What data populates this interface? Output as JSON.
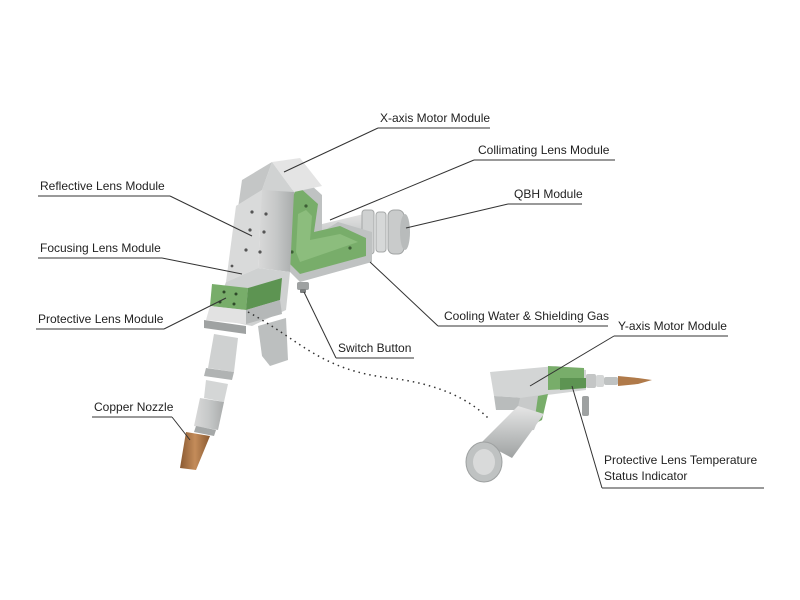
{
  "colors": {
    "metal_light": "#dcdcdc",
    "metal_mid": "#bfc2c2",
    "metal_dark": "#9a9d9d",
    "green": "#78ad6a",
    "green_dark": "#5d9452",
    "copper": "#b07a4a",
    "text": "#222222",
    "line": "#333333"
  },
  "labels": {
    "x_axis_motor": "X-axis Motor Module",
    "collimating": "Collimating Lens Module",
    "reflective": "Reflective Lens Module",
    "qbh": "QBH Module",
    "focusing": "Focusing Lens Module",
    "protective": "Protective Lens Module",
    "cooling": "Cooling Water & Shielding Gas",
    "switch": "Switch Button",
    "y_axis_motor": "Y-axis Motor Module",
    "copper_nozzle": "Copper Nozzle",
    "temp_line1": "Protective Lens Temperature",
    "temp_line2": "Status Indicator"
  }
}
